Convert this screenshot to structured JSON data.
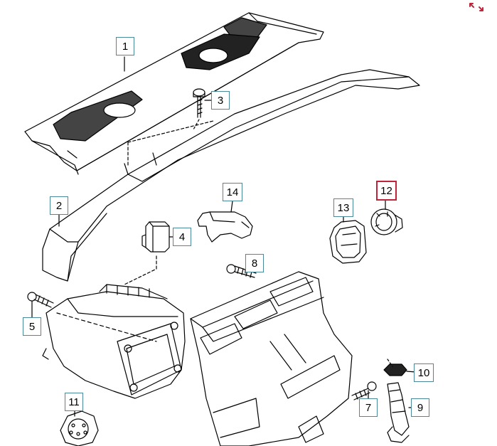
{
  "callouts": [
    {
      "id": "1",
      "label": "1"
    },
    {
      "id": "2",
      "label": "2"
    },
    {
      "id": "3",
      "label": "3"
    },
    {
      "id": "4",
      "label": "4"
    },
    {
      "id": "5",
      "label": "5"
    },
    {
      "id": "7",
      "label": "7"
    },
    {
      "id": "8",
      "label": "8"
    },
    {
      "id": "9",
      "label": "9"
    },
    {
      "id": "10",
      "label": "10"
    },
    {
      "id": "11",
      "label": "11"
    },
    {
      "id": "12",
      "label": "12",
      "selected": true
    },
    {
      "id": "13",
      "label": "13"
    },
    {
      "id": "14",
      "label": "14"
    }
  ],
  "colors": {
    "callout_border": "#4a8a9a",
    "selected_border": "#c0243a",
    "expand_icon": "#c0243a"
  },
  "icons": {
    "expand": "expand-arrows-icon"
  }
}
